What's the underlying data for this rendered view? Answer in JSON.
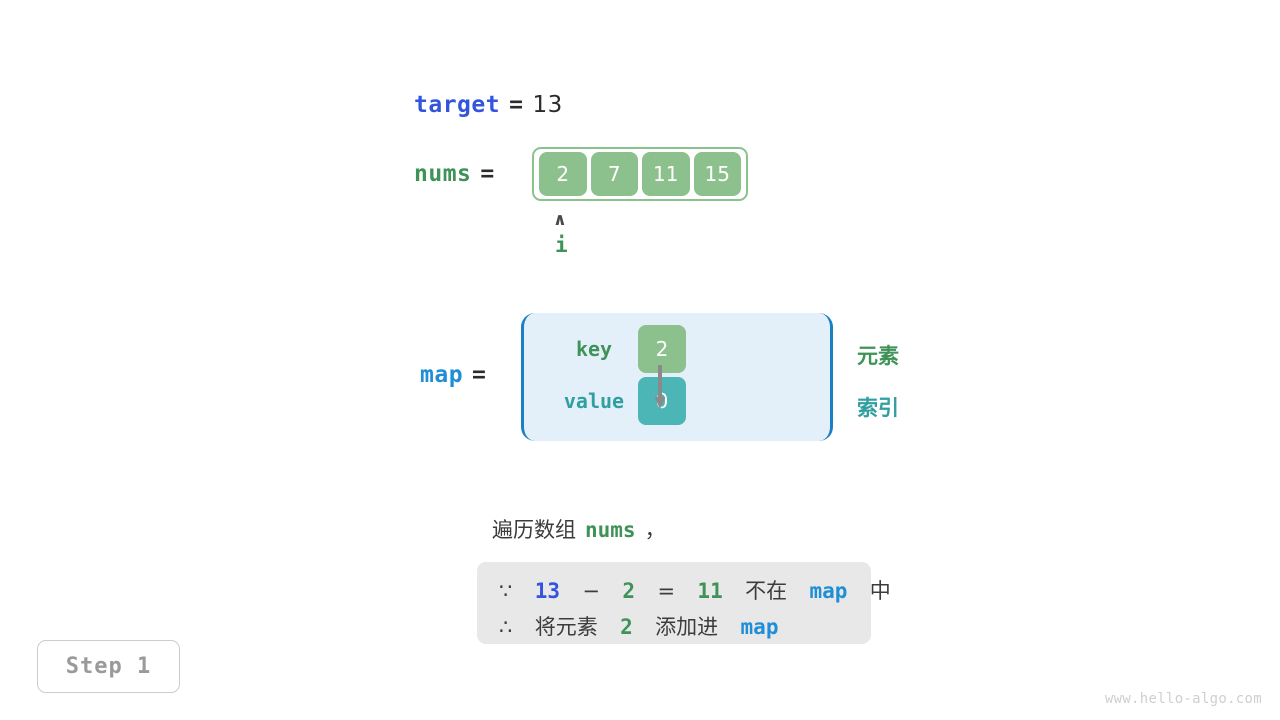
{
  "variables": {
    "target": {
      "name": "target",
      "eq": "=",
      "value": "13"
    },
    "nums": {
      "name": "nums",
      "eq": "="
    },
    "map": {
      "name": "map",
      "eq": "="
    }
  },
  "array": {
    "cells": [
      "2",
      "7",
      "11",
      "15"
    ],
    "pointer": {
      "caret": "∧",
      "label": "i",
      "index": 0
    }
  },
  "hashmap": {
    "rows": [
      {
        "label": "key",
        "cell": "2"
      },
      {
        "label": "value",
        "cell": "0"
      }
    ],
    "legend": {
      "element": "元素",
      "index": "索引"
    }
  },
  "caption": {
    "prefix": "遍历数组",
    "code": "nums",
    "suffix": "，"
  },
  "note": {
    "line1": {
      "symbol": "∵",
      "a": "13",
      "minus": "−",
      "b": "2",
      "eq": "=",
      "c": "11",
      "mid": "不在",
      "code": "map",
      "tail": "中"
    },
    "line2": {
      "symbol": "∴",
      "pre": "将元素",
      "num": "2",
      "mid": "添加进",
      "code": "map"
    }
  },
  "step": {
    "label": "Step 1"
  },
  "watermark": {
    "text": "www.hello-algo.com"
  },
  "colors": {
    "target_blue": "#3355dd",
    "map_blue": "#1f8ed6",
    "green": "#3f9258",
    "cell_green": "#8cc08c",
    "teal": "#4cb5b5",
    "map_bg": "#e3f0fa",
    "map_border": "#1b7fc4",
    "note_bg": "#e8e8e8",
    "arrow_gray": "#8a8a8a"
  }
}
